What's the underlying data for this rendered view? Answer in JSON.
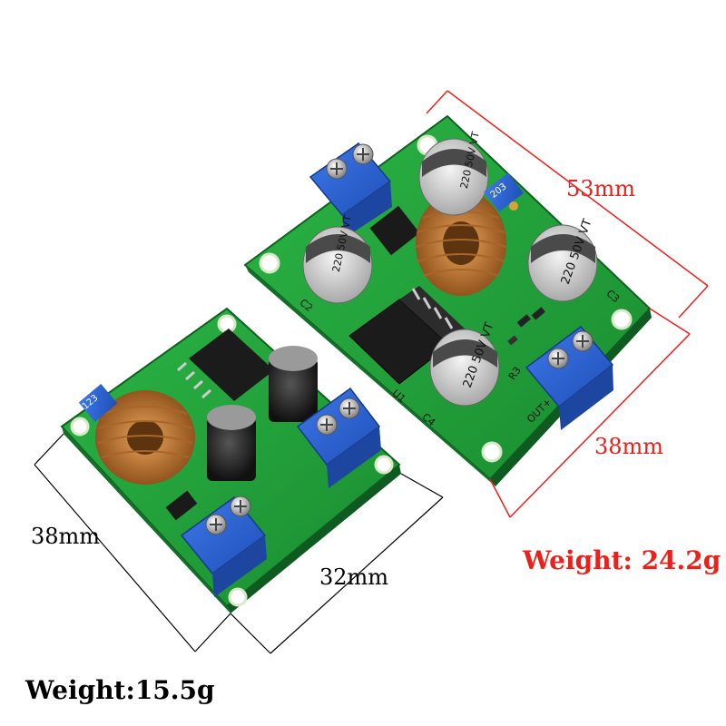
{
  "small_module": {
    "dimension_height": "38mm",
    "dimension_width": "32mm",
    "weight": "Weight:15.5g"
  },
  "large_module": {
    "dimension_length": "53mm",
    "dimension_width": "38mm",
    "weight": "Weight: 24.2g"
  },
  "capacitor_marking": {
    "line1": "220",
    "line2": "50V",
    "line3": "VT"
  },
  "silkscreen": {
    "u1": "U1",
    "c2": "C2",
    "c3": "C3",
    "c4": "C4",
    "r3": "R3",
    "out_plus": "OUT+",
    "trim_small": "203",
    "trim_small_left": "123"
  },
  "colors": {
    "pcb_green": "#22a33a",
    "dimension_red": "#e8211c",
    "terminal_blue": "#2a5fd1",
    "copper": "#c7803a"
  }
}
